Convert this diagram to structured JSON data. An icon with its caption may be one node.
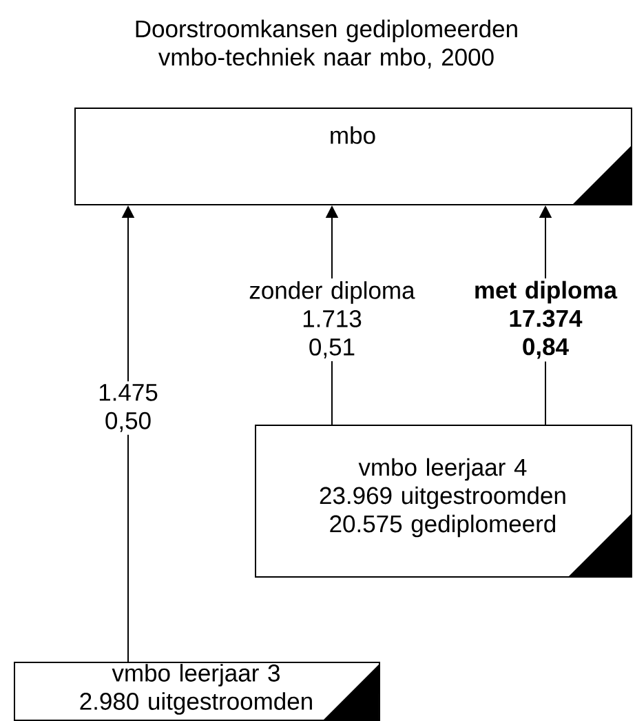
{
  "diagram": {
    "title": "Doorstroomkansen gediplomeerden vmbo-techniek naar mbo, 2000",
    "nodes": [
      {
        "text": [
          "mbo"
        ]
      },
      {
        "text": [
          "vmbo leerjaar 4 23.969 uitgestroomden 20.575 gediplomeerd"
        ]
      },
      {
        "text": [
          "vmbo leerjaar 3 2.980 uitgestroomden"
        ]
      }
    ],
    "edges": [
      {
        "from": 2,
        "to": 0,
        "arrow": "to",
        "label": "1.475 0,50"
      },
      {
        "from": 1,
        "to": 0,
        "arrow": "to",
        "label": "zonder diploma 1.713 0,51"
      },
      {
        "from": 1,
        "to": 0,
        "arrow": "to",
        "label": "met diploma 17.374 0,84"
      }
    ]
  }
}
